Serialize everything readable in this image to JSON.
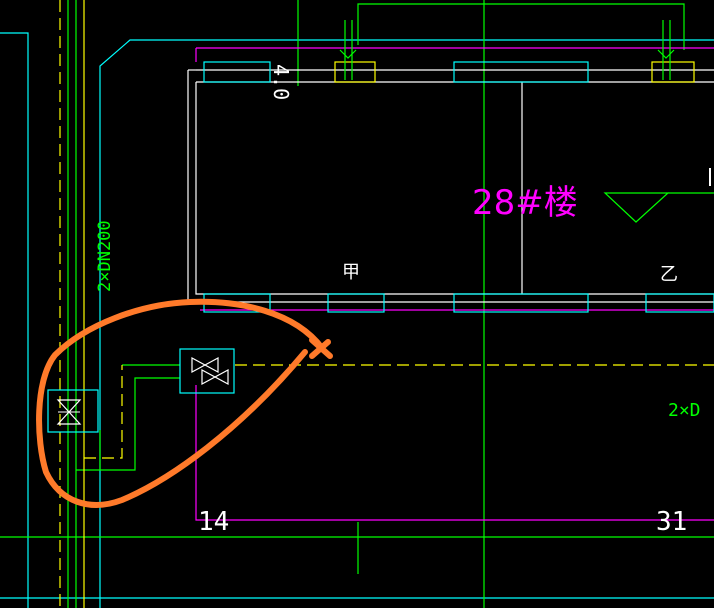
{
  "drawing": {
    "building_label": "28#楼",
    "pipe_label_vertical": "2×DN200",
    "pipe_label_right": "2×D",
    "unit_left": "甲",
    "unit_right": "乙",
    "axis_left": "14",
    "axis_right": "31",
    "dim_top": "4.0"
  },
  "colors": {
    "background": "#000000",
    "cyan": "#00ffff",
    "green": "#00ff00",
    "yellow": "#ffff00",
    "magenta": "#ff00ff",
    "white": "#ffffff",
    "orange_markup": "#ff7a2a"
  }
}
